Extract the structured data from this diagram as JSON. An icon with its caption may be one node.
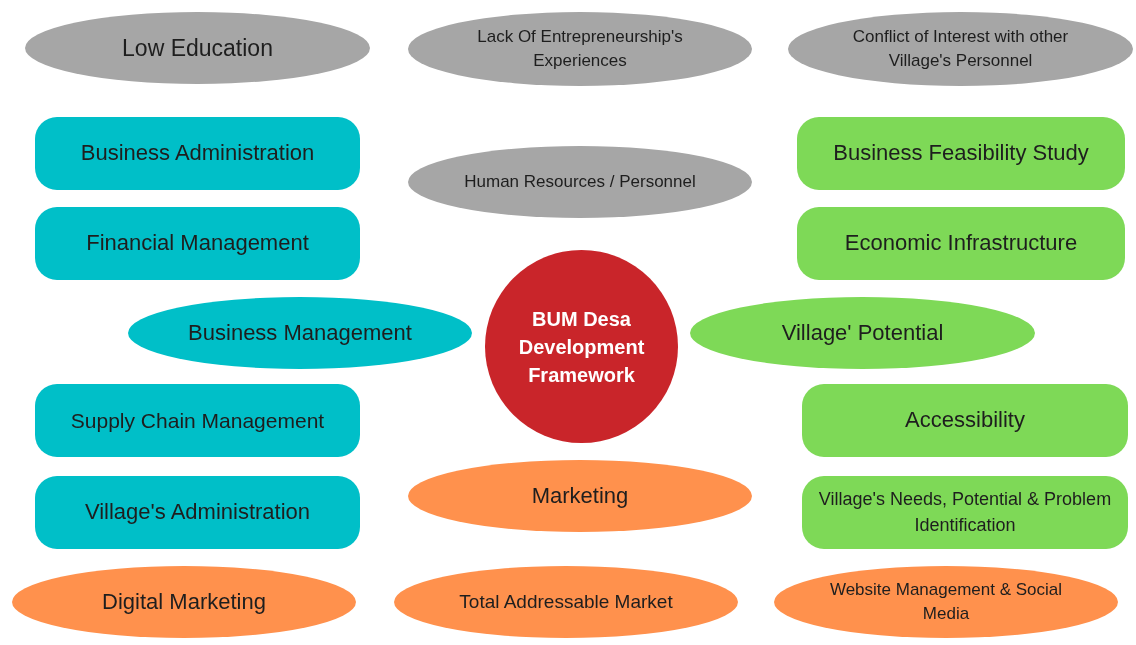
{
  "diagram": {
    "nodes": [
      {
        "text": [
          "Low Education"
        ]
      },
      {
        "text": [
          "Lack Of Entrepreneurship's Experiences"
        ]
      },
      {
        "text": [
          "Conflict of Interest with other Village's Personnel"
        ]
      },
      {
        "text": [
          "Business Administration"
        ]
      },
      {
        "text": [
          "Human Resources / Personnel"
        ]
      },
      {
        "text": [
          "Business Feasibility Study"
        ]
      },
      {
        "text": [
          "Financial Management"
        ]
      },
      {
        "text": [
          "Economic Infrastructure"
        ]
      },
      {
        "text": [
          "BUM Desa Development Framework"
        ]
      },
      {
        "text": [
          "Business Management"
        ]
      },
      {
        "text": [
          "Village' Potential"
        ]
      },
      {
        "text": [
          "Supply Chain Management"
        ]
      },
      {
        "text": [
          "Accessibility"
        ]
      },
      {
        "text": [
          "Marketing"
        ]
      },
      {
        "text": [
          "Village's Administration"
        ]
      },
      {
        "text": [
          "Village's Needs, Potential & Problem Identification"
        ]
      },
      {
        "text": [
          "Digital Marketing"
        ]
      },
      {
        "text": [
          "Total Addressable Market"
        ]
      },
      {
        "text": [
          "Website Management & Social Media"
        ]
      }
    ]
  }
}
